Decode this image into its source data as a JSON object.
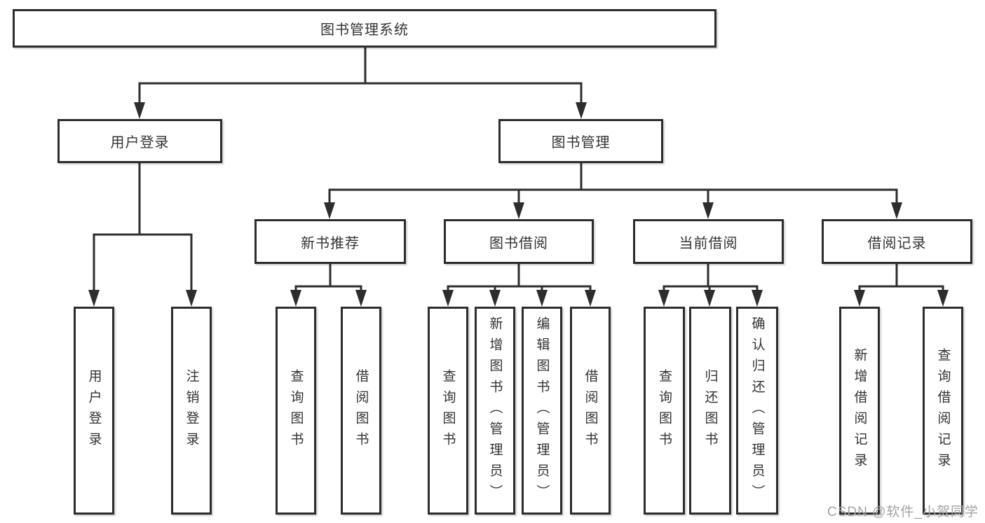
{
  "diagram": {
    "title": "图书管理系统",
    "type": "function-structure-tree",
    "tree": {
      "label": "图书管理系统",
      "children": [
        {
          "label": "用户登录",
          "children": [
            {
              "label": "用户登录"
            },
            {
              "label": "注销登录"
            }
          ]
        },
        {
          "label": "图书管理",
          "children": [
            {
              "label": "新书推荐",
              "children": [
                {
                  "label": "查询图书"
                },
                {
                  "label": "借阅图书"
                }
              ]
            },
            {
              "label": "图书借阅",
              "children": [
                {
                  "label": "查询图书"
                },
                {
                  "label": "新增图书（管理员）"
                },
                {
                  "label": "编辑图书（管理员）"
                },
                {
                  "label": "借阅图书"
                }
              ]
            },
            {
              "label": "当前借阅",
              "children": [
                {
                  "label": "查询图书"
                },
                {
                  "label": "归还图书"
                },
                {
                  "label": "确认归还（管理员）"
                }
              ]
            },
            {
              "label": "借阅记录",
              "children": [
                {
                  "label": "新增借阅记录"
                },
                {
                  "label": "查询借阅记录"
                }
              ]
            }
          ]
        }
      ]
    }
  },
  "watermark": {
    "text": "CSDN @软件_小贺同学"
  },
  "colors": {
    "line": "#2d2d2d",
    "text": "#333333",
    "watermark": "#a3a3a3",
    "background": "#ffffff"
  }
}
